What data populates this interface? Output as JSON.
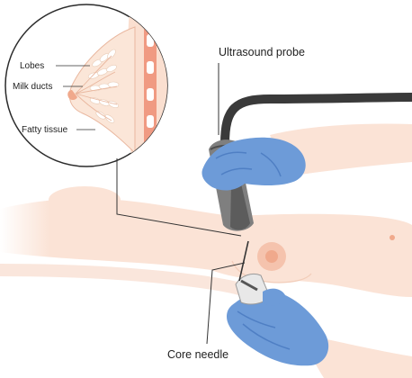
{
  "labels": {
    "lobes": "Lobes",
    "milk_ducts": "Milk ducts",
    "fatty_tissue": "Fatty tissue",
    "ultrasound_probe": "Ultrasound probe",
    "core_needle": "Core needle"
  },
  "colors": {
    "skin": "#fbe3d6",
    "skin_dark": "#f4cdb8",
    "breast_inset": "#fadfd0",
    "areola": "#f0a98c",
    "glove": "#6d9bd8",
    "glove_dark": "#4f7fc4",
    "probe_body": "#7f7f7f",
    "probe_dark": "#4d4d4d",
    "cable": "#3a3a3a",
    "rib": "#f09a82",
    "leader_line": "#333333",
    "lobe_white": "#ffffff"
  },
  "icons": {
    "magnifier_inset": "breast-cross-section-icon",
    "probe": "ultrasound-probe-icon",
    "needle": "core-needle-icon"
  }
}
